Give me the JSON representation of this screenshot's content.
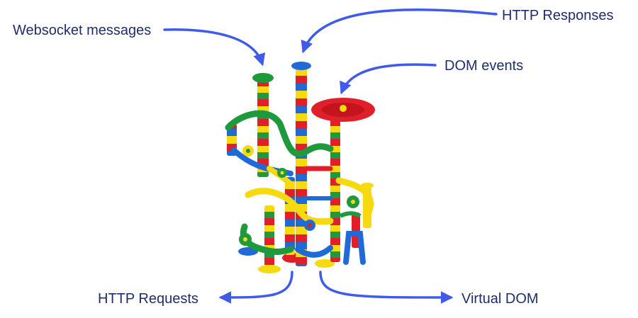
{
  "labels": {
    "websocket": "Websocket messages",
    "http_responses": "HTTP Responses",
    "dom_events": "DOM events",
    "http_requests": "HTTP Requests",
    "virtual_dom": "Virtual DOM"
  },
  "colors": {
    "arrow": "#3f5be8",
    "label_text": "#1f2e6b",
    "tube_red": "#e01f2a",
    "tube_yellow": "#f6d90f",
    "tube_blue": "#1f6ad6",
    "tube_green": "#1e9a3c"
  },
  "illustration": "marble-run-toy"
}
